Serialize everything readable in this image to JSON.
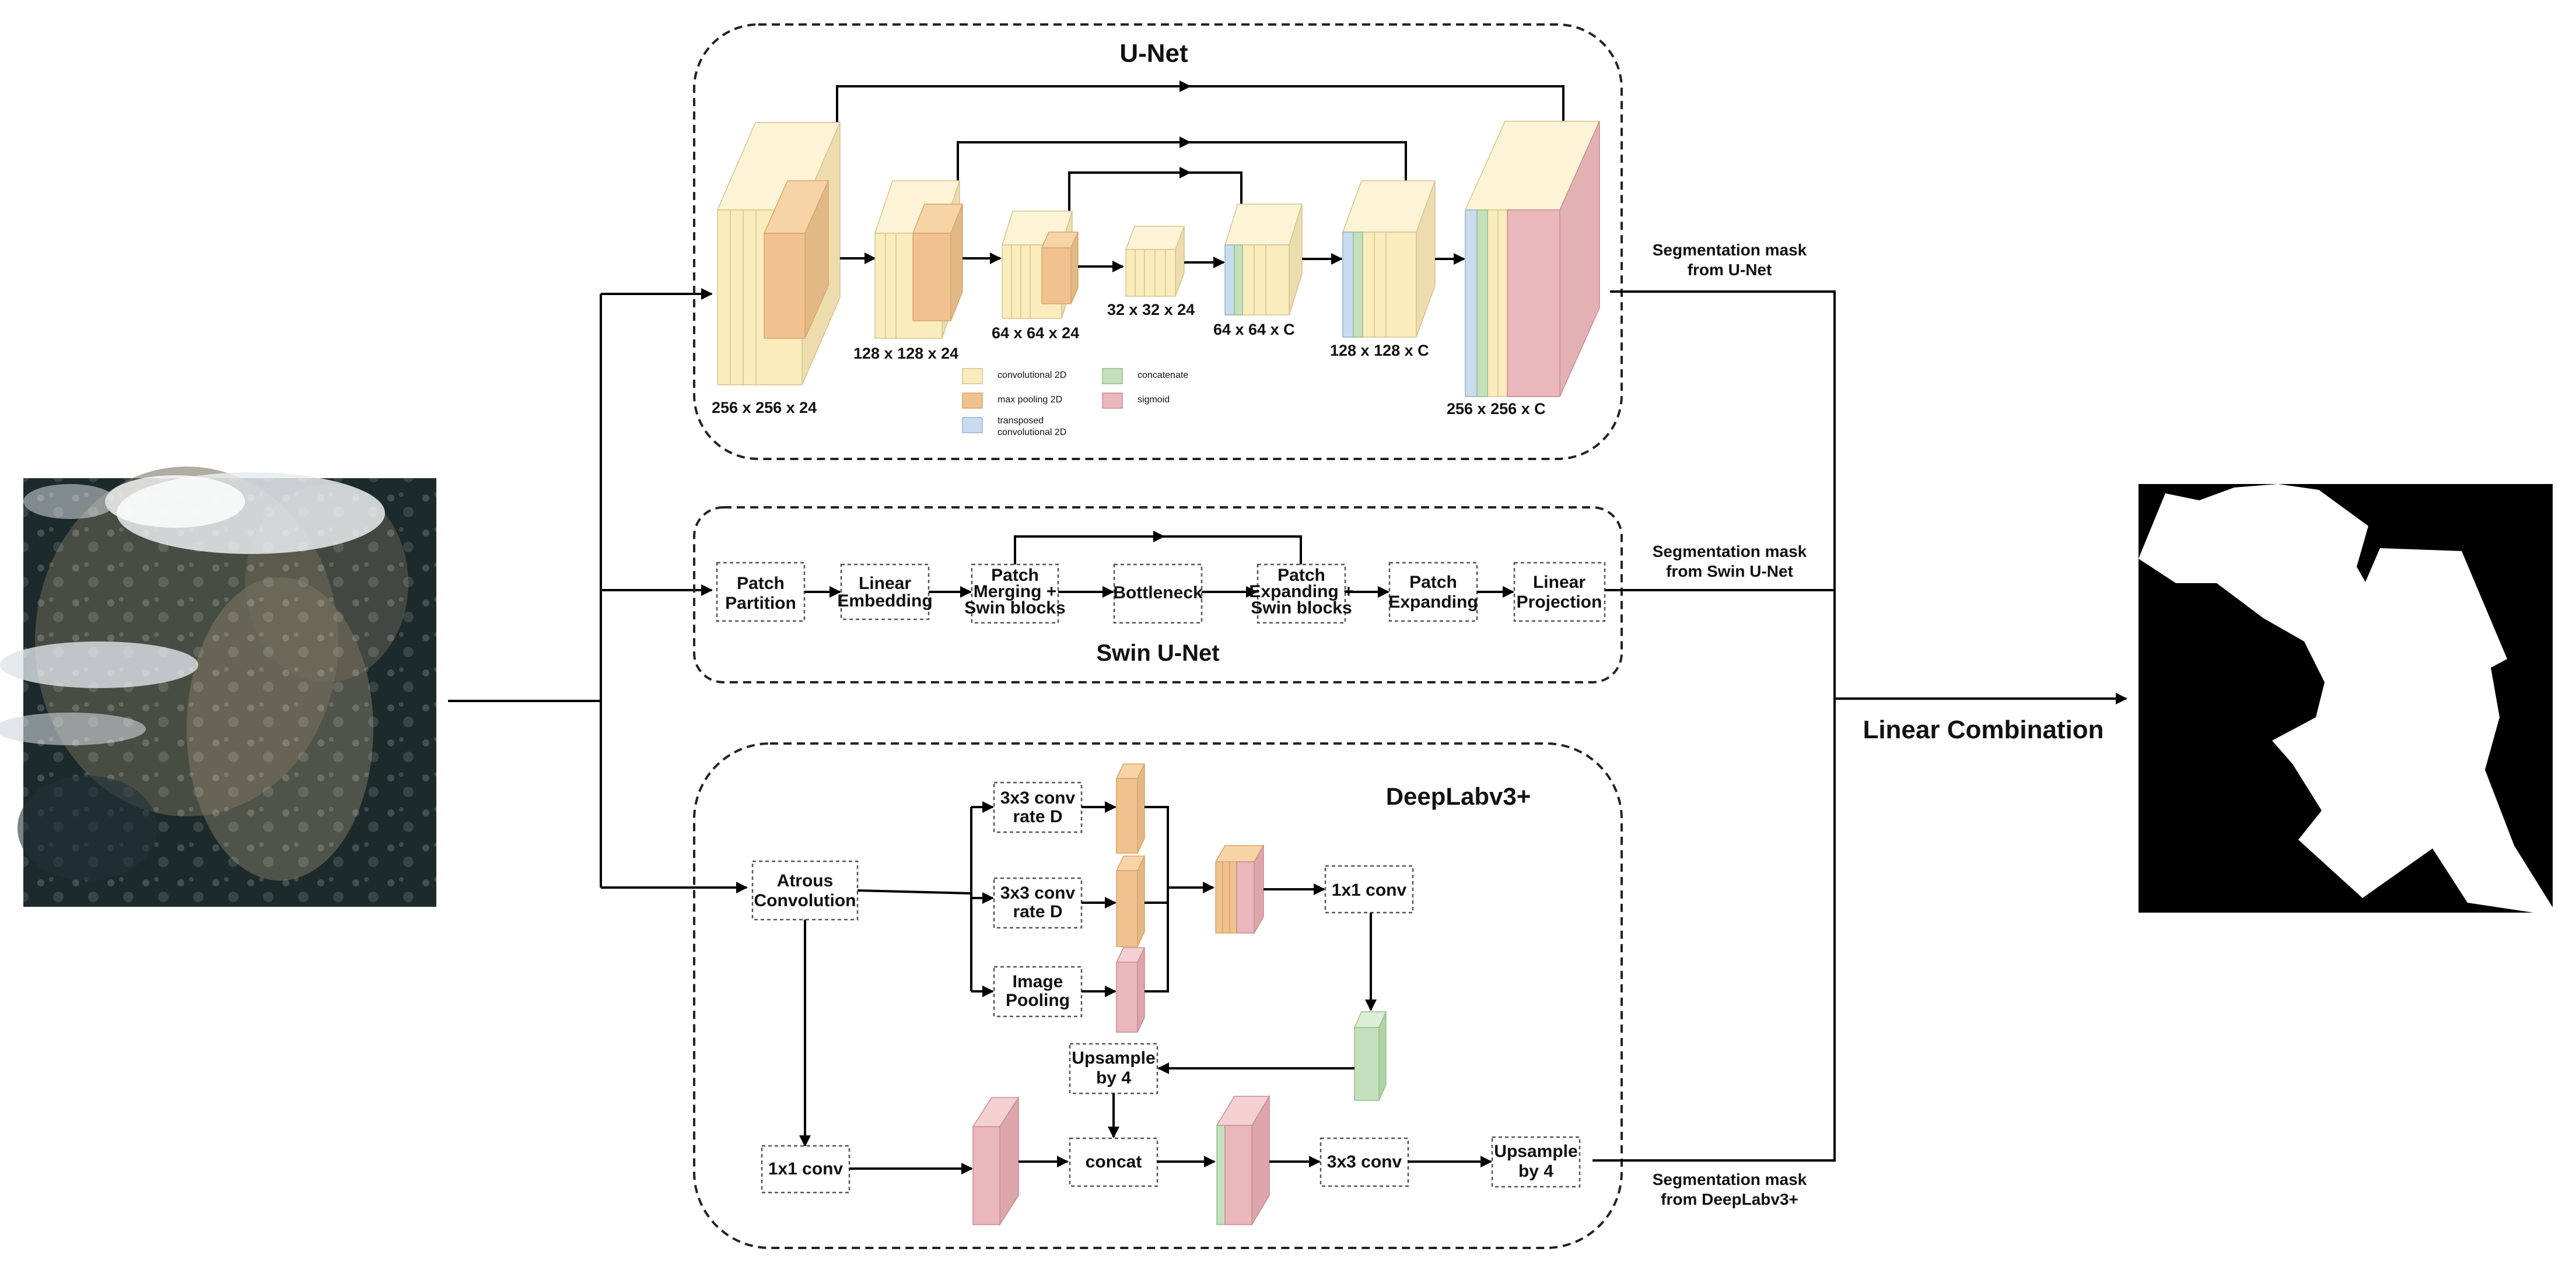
{
  "colors": {
    "conv": "#fbecbd",
    "pool": "#f0c290",
    "transposed": "#c8dcf0",
    "concat": "#c4e0bc",
    "sigmoid": "#eab8bc",
    "line": "#000000",
    "box_border": "#222222"
  },
  "unet": {
    "title": "U-Net",
    "dims": [
      "256 x 256 x 24",
      "128 x 128 x 24",
      "64 x 64 x 24",
      "32 x 32 x 24",
      "64 x 64 x C",
      "128 x 128 x C",
      "256 x 256 x C"
    ],
    "legend": {
      "conv": "convolutional 2D",
      "pool": "max pooling 2D",
      "transposed_1": "transposed",
      "transposed_2": "convolutional 2D",
      "concat": "concatenate",
      "sigmoid": "sigmoid"
    },
    "output_label_1": "Segmentation mask",
    "output_label_2": "from U-Net"
  },
  "swin": {
    "title": "Swin U-Net",
    "blocks": {
      "patch_partition": [
        "Patch",
        "Partition"
      ],
      "linear_embedding": [
        "Linear",
        "Embedding"
      ],
      "patch_merging": [
        "Patch",
        "Merging +",
        "Swin blocks"
      ],
      "bottleneck": [
        "Bottleneck"
      ],
      "patch_expanding_swin": [
        "Patch",
        "Expanding +",
        "Swin blocks"
      ],
      "patch_expanding": [
        "Patch",
        "Expanding"
      ],
      "linear_projection": [
        "Linear",
        "Projection"
      ]
    },
    "output_label_1": "Segmentation mask",
    "output_label_2": "from Swin U-Net"
  },
  "deeplab": {
    "title": "DeepLabv3+",
    "blocks": {
      "atrous": [
        "Atrous",
        "Convolution"
      ],
      "conv_rate_1": [
        "3x3 conv",
        "rate D"
      ],
      "conv_rate_2": [
        "3x3 conv",
        "rate D"
      ],
      "image_pooling": [
        "Image",
        "Pooling"
      ],
      "conv1x1_right": [
        "1x1 conv"
      ],
      "upsample_mid": [
        "Upsample",
        "by 4"
      ],
      "conv1x1_left": [
        "1x1 conv"
      ],
      "concat": [
        "concat"
      ],
      "conv3x3": [
        "3x3 conv"
      ],
      "upsample_out": [
        "Upsample",
        "by 4"
      ]
    },
    "output_label_1": "Segmentation mask",
    "output_label_2": "from DeepLabv3+"
  },
  "combination": {
    "label": "Linear Combination"
  }
}
